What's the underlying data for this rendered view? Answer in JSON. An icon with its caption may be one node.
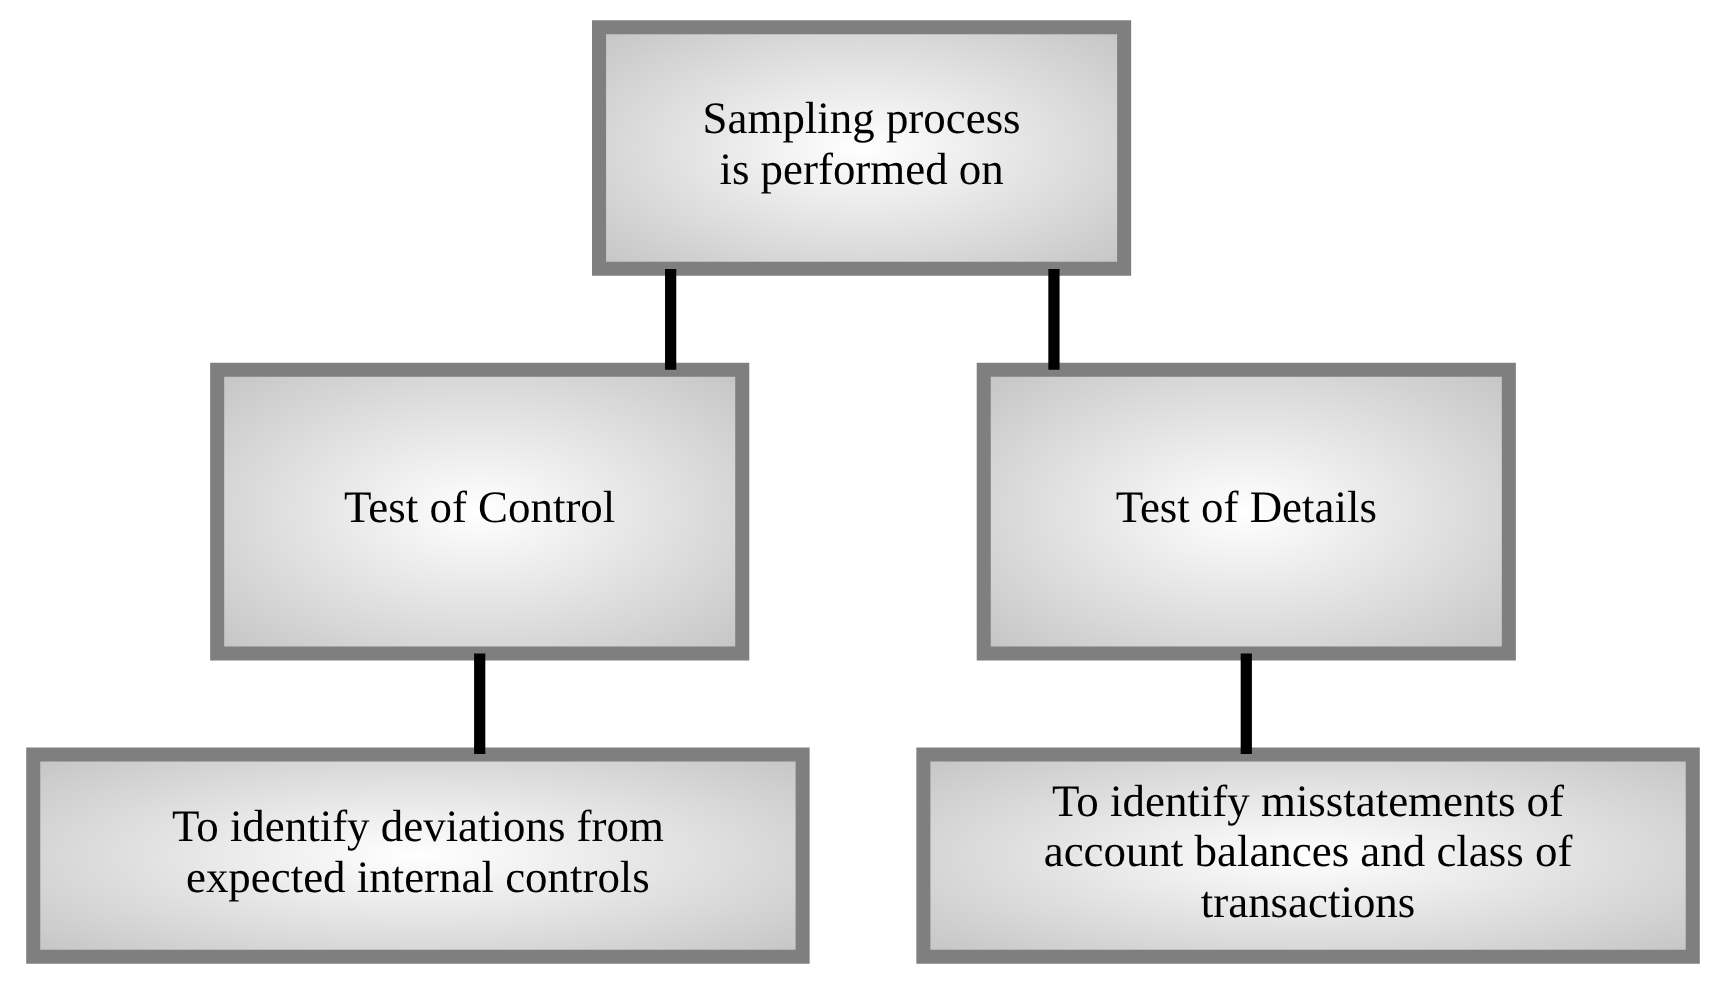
{
  "diagram": {
    "nodes": [
      {
        "text": [
          "Sampling process is performed on"
        ]
      },
      {
        "text": [
          "Test of Control"
        ]
      },
      {
        "text": [
          "Test of Details"
        ]
      },
      {
        "text": [
          "To identify deviations from expected internal controls"
        ]
      },
      {
        "text": [
          "To identify misstatements of account balances and class of transactions"
        ]
      }
    ],
    "edges": [
      {
        "from": 0,
        "to": 1,
        "arrow": "none"
      },
      {
        "from": 0,
        "to": 2,
        "arrow": "none"
      },
      {
        "from": 1,
        "to": 3,
        "arrow": "none"
      },
      {
        "from": 2,
        "to": 4,
        "arrow": "none"
      }
    ]
  }
}
